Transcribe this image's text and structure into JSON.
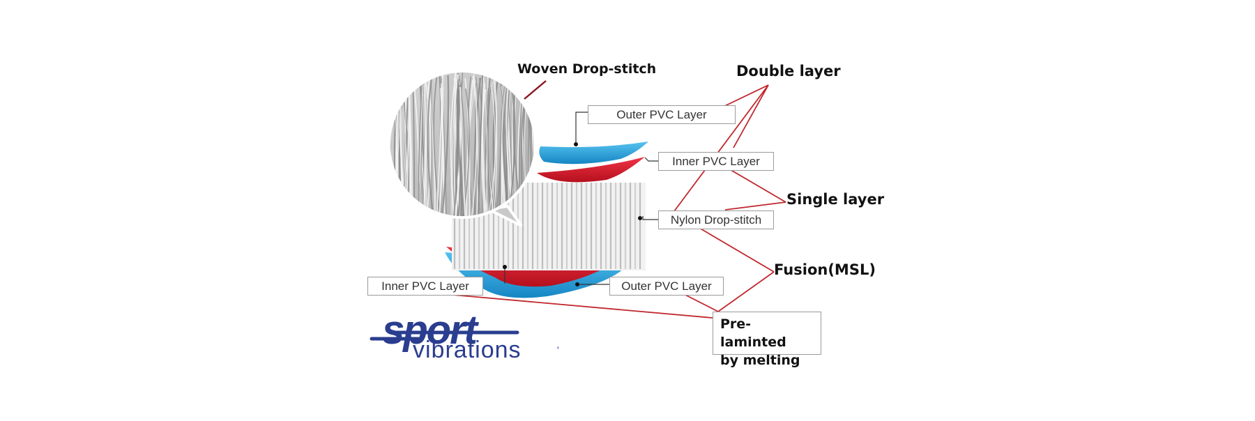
{
  "title": "Woven Drop-stitch",
  "labels": {
    "outer_pvc_top": "Outer PVC Layer",
    "inner_pvc_top": "Inner PVC Layer",
    "nylon": "Nylon Drop-stitch",
    "inner_pvc_bottom": "Inner PVC Layer",
    "outer_pvc_bottom": "Outer PVC Layer"
  },
  "callouts": {
    "double_layer": "Double layer",
    "single_layer": "Single layer",
    "fusion": "Fusion(MSL)",
    "pre_laminated_line1": "Pre-laminted",
    "pre_laminated_line2": "by melting"
  },
  "logo": {
    "word1": "sport",
    "word2": "vibrations",
    "mark": "'"
  },
  "colors": {
    "red_line": "#c0272d",
    "blue_layer": "#2aa3dd",
    "red_layer": "#d8182a",
    "logo_blue": "#2a3d8f"
  }
}
